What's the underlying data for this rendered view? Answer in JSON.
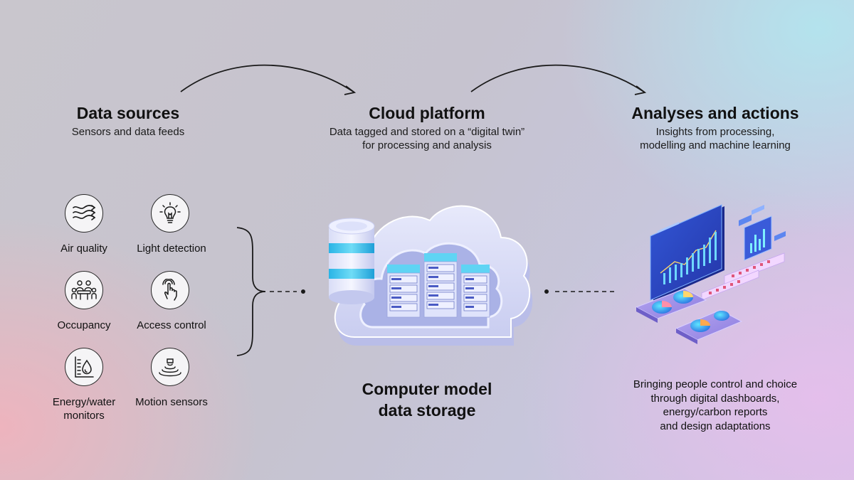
{
  "columns": {
    "sources": {
      "title": "Data sources",
      "subtitle": "Sensors and data feeds"
    },
    "cloud": {
      "title": "Cloud platform",
      "subtitle_line1": "Data tagged and stored on a “digital twin”",
      "subtitle_line2": "for processing and analysis"
    },
    "analyses": {
      "title": "Analyses and actions",
      "subtitle_line1": "Insights from processing,",
      "subtitle_line2": "modelling and machine learning"
    }
  },
  "sensors": [
    {
      "label": "Air quality",
      "icon": "air-quality-icon"
    },
    {
      "label": "Light detection",
      "icon": "light-bulb-icon"
    },
    {
      "label": "Occupancy",
      "icon": "occupancy-icon"
    },
    {
      "label": "Access control",
      "icon": "touch-hand-icon"
    },
    {
      "label_line1": "Energy/water",
      "label_line2": "monitors",
      "icon": "energy-water-icon"
    },
    {
      "label": "Motion sensors",
      "icon": "motion-sensor-icon"
    }
  ],
  "storage": {
    "line1": "Computer model",
    "line2": "data storage"
  },
  "outcome": {
    "line1": "Bringing people control and choice",
    "line2": "through digital dashboards,",
    "line3": "energy/carbon reports",
    "line4": "and design adaptations"
  },
  "colors": {
    "text": "#111111",
    "accent_blue": "#3a5bd9",
    "cloud": "#e9eaf8",
    "server_cyan": "#3fc6ea"
  }
}
